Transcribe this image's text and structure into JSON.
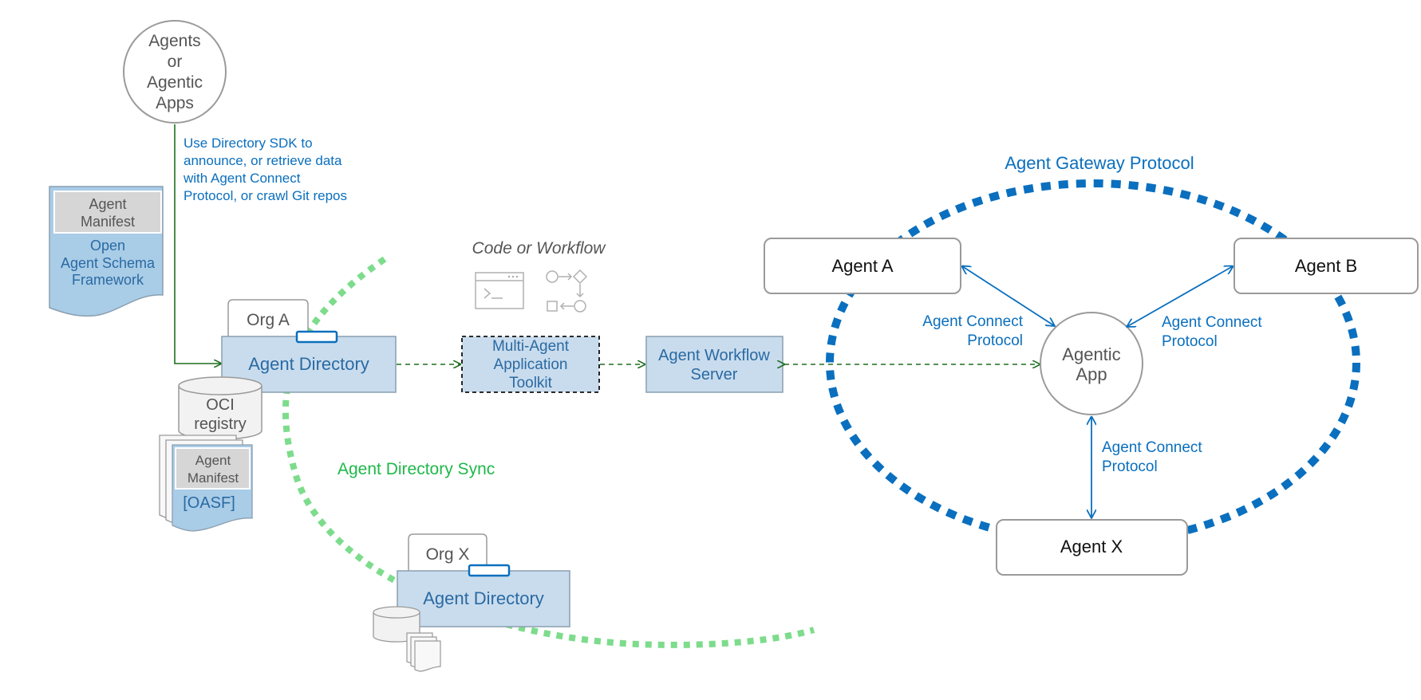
{
  "colors": {
    "protocol_blue": "#0a6fbe",
    "sync_green": "#7ddc8c",
    "flow_green": "#1e6e1e",
    "box_fill": "#c9dced",
    "manifest_fill": "#a9cce7"
  },
  "source_node": {
    "lines": [
      "Agents",
      "or",
      "Agentic",
      "Apps"
    ]
  },
  "sdk_note": {
    "lines": [
      "Use Directory SDK to",
      "announce, or retrieve data",
      "with  Agent Connect",
      "Protocol, or crawl Git repos"
    ]
  },
  "manifest_doc": {
    "header_lines": [
      "Agent",
      "Manifest"
    ],
    "body_lines": [
      "Open",
      "Agent Schema",
      "Framework"
    ]
  },
  "org_a": {
    "tab": "Org A",
    "directory": "Agent Directory",
    "storage": [
      "OCI",
      "registry"
    ],
    "manifest_lines": [
      "Agent",
      "Manifest"
    ],
    "oasf": "[OASF]"
  },
  "org_x": {
    "tab": "Org X",
    "directory": "Agent Directory"
  },
  "sync_label": "Agent Directory Sync",
  "code_workflow_label": "Code or Workflow",
  "toolkit": {
    "lines": [
      "Multi-Agent",
      "Application",
      "Toolkit"
    ]
  },
  "workflow_server": {
    "lines": [
      "Agent Workflow",
      "Server"
    ]
  },
  "gateway_label": "Agent Gateway Protocol",
  "agents": {
    "a": "Agent A",
    "b": "Agent B",
    "x": "Agent X"
  },
  "agentic_app": {
    "lines": [
      "Agentic",
      "App"
    ]
  },
  "connect_labels": {
    "left": [
      "Agent Connect",
      "Protocol"
    ],
    "right": [
      "Agent Connect",
      "Protocol"
    ],
    "bottom": [
      "Agent Connect",
      "Protocol"
    ]
  }
}
